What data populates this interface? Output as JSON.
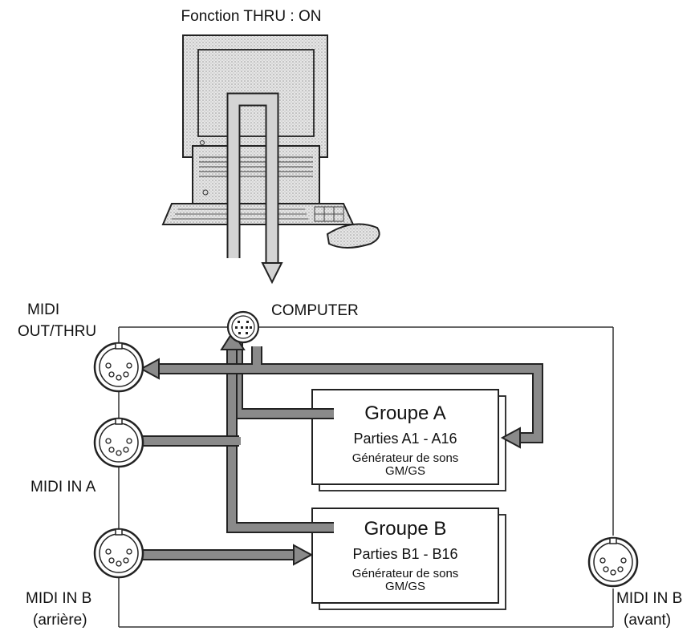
{
  "title": "Fonction THRU : ON",
  "ports": {
    "computer": "COMPUTER",
    "midi_out_thru_line1": "MIDI",
    "midi_out_thru_line2": "OUT/THRU",
    "midi_in_a": "MIDI IN A",
    "midi_in_b_rear_line1": "MIDI IN B",
    "midi_in_b_rear_line2": "(arrière)",
    "midi_in_b_front_line1": "MIDI IN B",
    "midi_in_b_front_line2": "(avant)"
  },
  "group_a": {
    "title": "Groupe A",
    "parts": "Parties A1 - A16",
    "generator_line1": "Générateur de sons",
    "generator_line2": "GM/GS"
  },
  "group_b": {
    "title": "Groupe B",
    "parts": "Parties B1 - B16",
    "generator_line1": "Générateur de sons",
    "generator_line2": "GM/GS"
  },
  "colors": {
    "arrow_fill": "#8a8a8a",
    "arrow_edge": "#222222",
    "thru_arrow_fill": "#d4d4d4",
    "line": "#333333"
  }
}
